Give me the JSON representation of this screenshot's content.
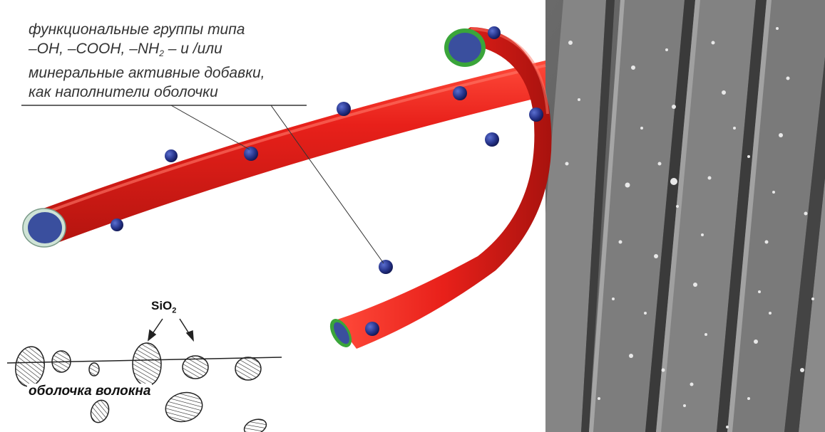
{
  "caption": {
    "line1": "функциональные группы типа",
    "line2_pre": "–OH,  –COOH,  –NH",
    "line2_sub": "2",
    "line2_post": "  –  и /или",
    "line3": "минеральные активные добавки,",
    "line4": "как наполнители оболочки"
  },
  "sketch": {
    "sio2_main": "SiO",
    "sio2_sub": "2",
    "shell_label": "оболочка волокна"
  },
  "colors": {
    "fiber": "#e8201a",
    "fiber_highlight": "#ff5a4a",
    "fiber_shadow": "#a8120e",
    "core": "#3a4f9e",
    "ring_light": "#cfe3d6",
    "ring_green": "#3aa53a",
    "bead": "#1e2a7a",
    "sem_bg": "#5d5d5d",
    "sem_fiber": "#7a7a7a",
    "sem_particle": "#e8e8e8"
  }
}
